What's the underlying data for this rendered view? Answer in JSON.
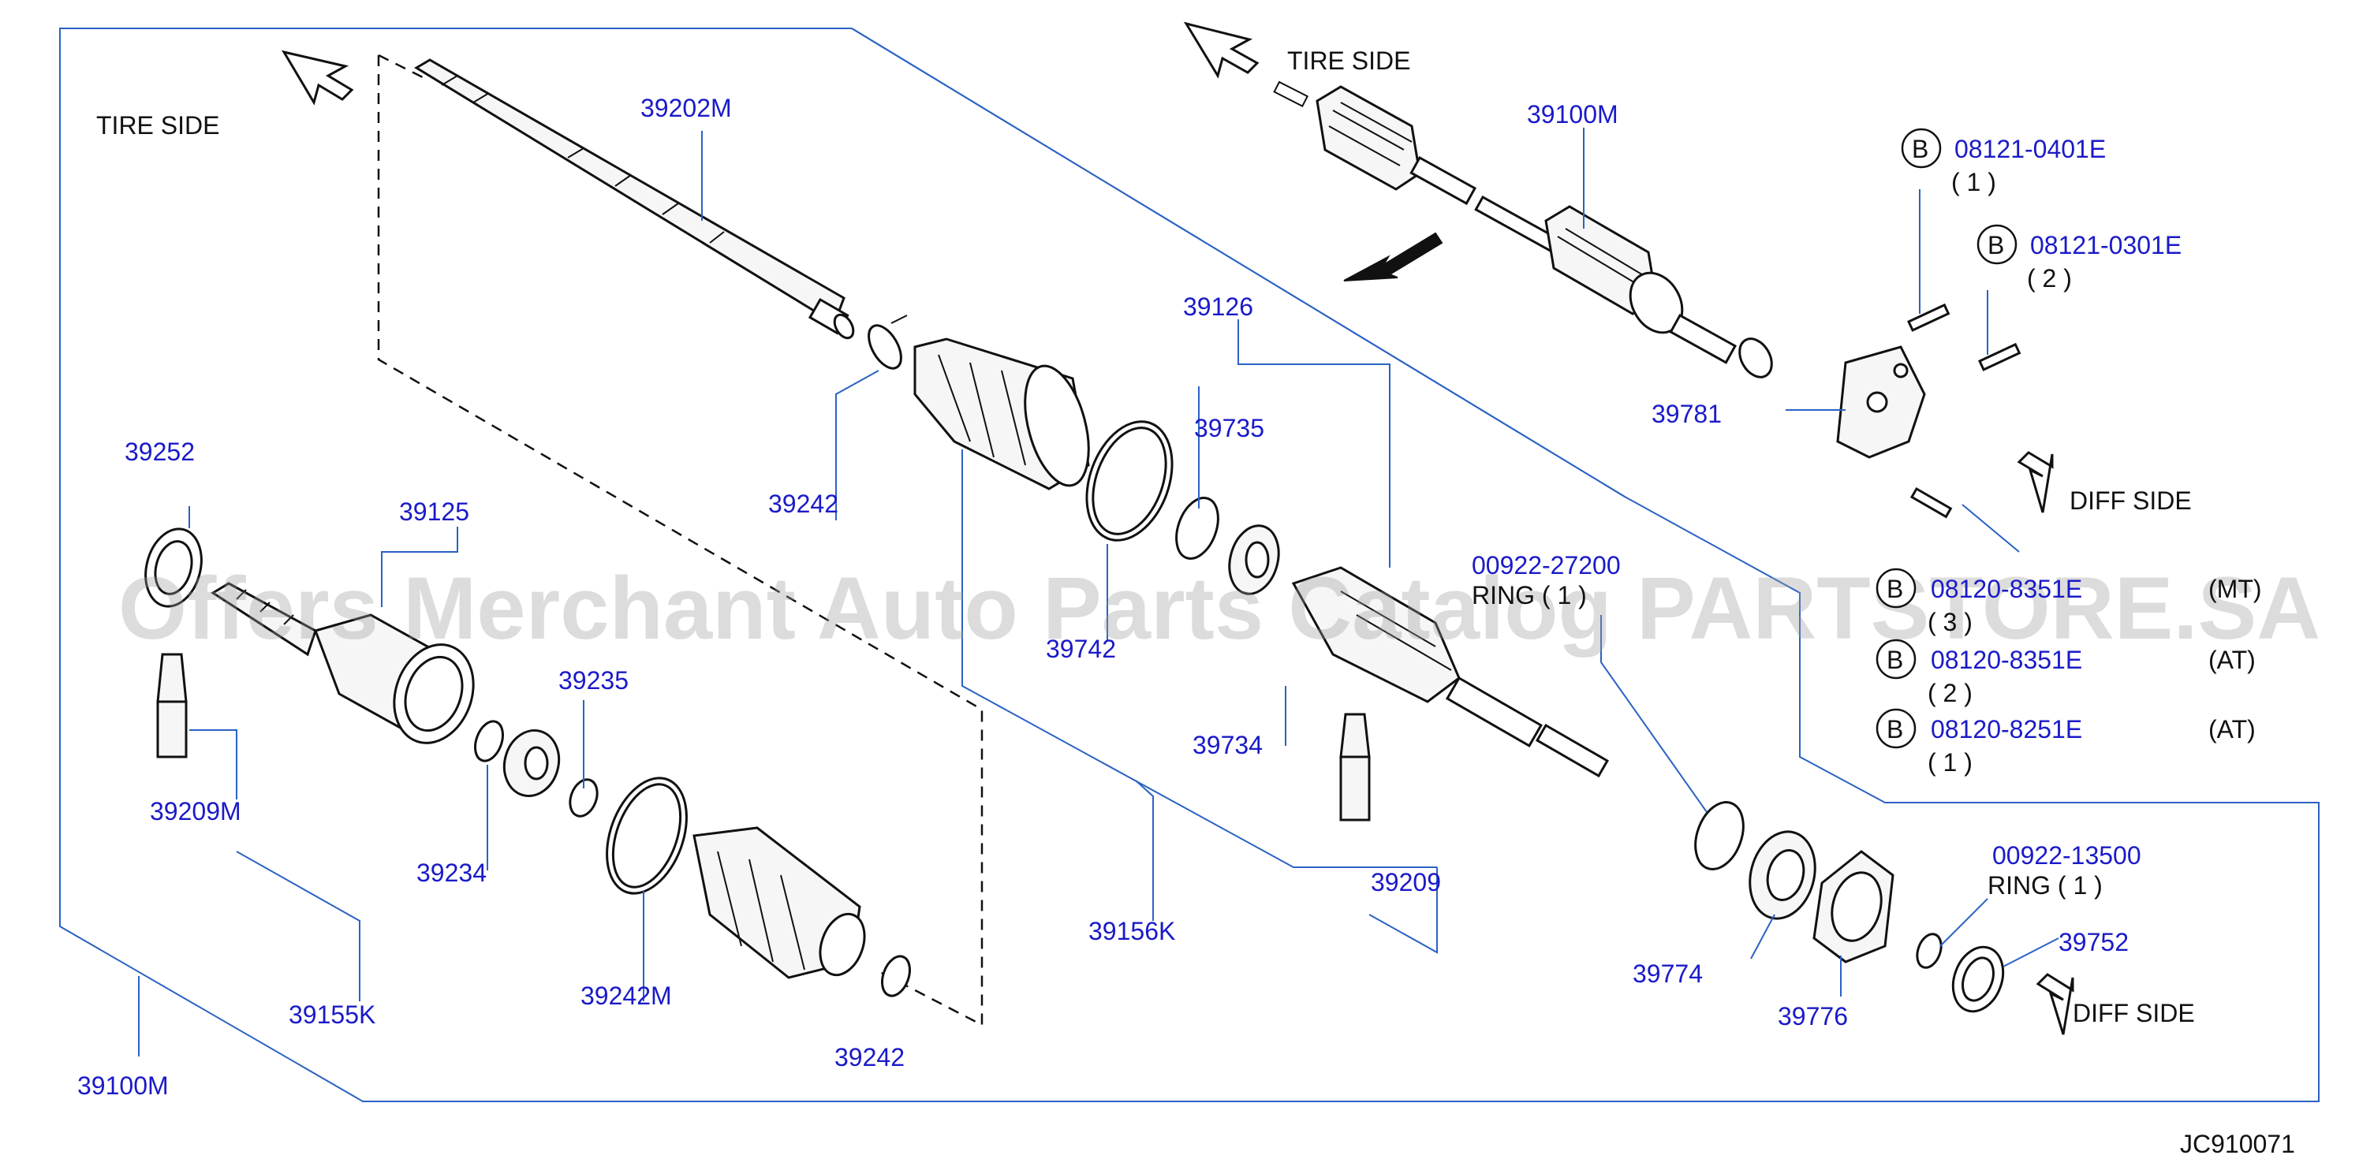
{
  "diagram_code": "JC910071",
  "watermark": "Offers Merchant Auto Parts Catalog PARTSTORE.SA",
  "side_labels": {
    "tire_side_left": "TIRE   SIDE",
    "tire_side_top": "TIRE   SIDE",
    "diff_side_upper": "DIFF   SIDE",
    "diff_side_lower": "DIFF   SIDE"
  },
  "parts": {
    "p39202M": "39202M",
    "p39100M_top": "39100M",
    "p39126": "39126",
    "p39735": "39735",
    "p39242_top": "39242",
    "p39742": "39742",
    "p39734": "39734",
    "p39252": "39252",
    "p39125": "39125",
    "p39235": "39235",
    "p39209M": "39209M",
    "p39234": "39234",
    "p39156K": "39156K",
    "p39209": "39209",
    "p39155K": "39155K",
    "p39242M": "39242M",
    "p39242_bottom": "39242",
    "p39100M_bottom": "39100M",
    "p39781": "39781",
    "p39774": "39774",
    "p39776": "39776",
    "p39752": "39752",
    "p00922_27200": "00922-27200",
    "ring1_note": "RING   (  1  )",
    "p00922_13500": "00922-13500",
    "ring2_note": "RING    (   1   )"
  },
  "bolts": [
    {
      "badge": "B",
      "number": "08121-0401E",
      "qty": "(   1     )",
      "note": ""
    },
    {
      "badge": "B",
      "number": "08121-0301E",
      "qty": "(   2     )",
      "note": ""
    },
    {
      "badge": "B",
      "number": "08120-8351E",
      "qty": "(   3     )",
      "note": "(MT)"
    },
    {
      "badge": "B",
      "number": "08120-8351E",
      "qty": "(   2     )",
      "note": "(AT)"
    },
    {
      "badge": "B",
      "number": "08120-8251E",
      "qty": "(   1     )",
      "note": "(AT)"
    }
  ],
  "colors": {
    "label_blue": "#1a1ac8",
    "leader_blue": "#2a62c4",
    "outline_black": "#111111",
    "background": "#ffffff"
  }
}
